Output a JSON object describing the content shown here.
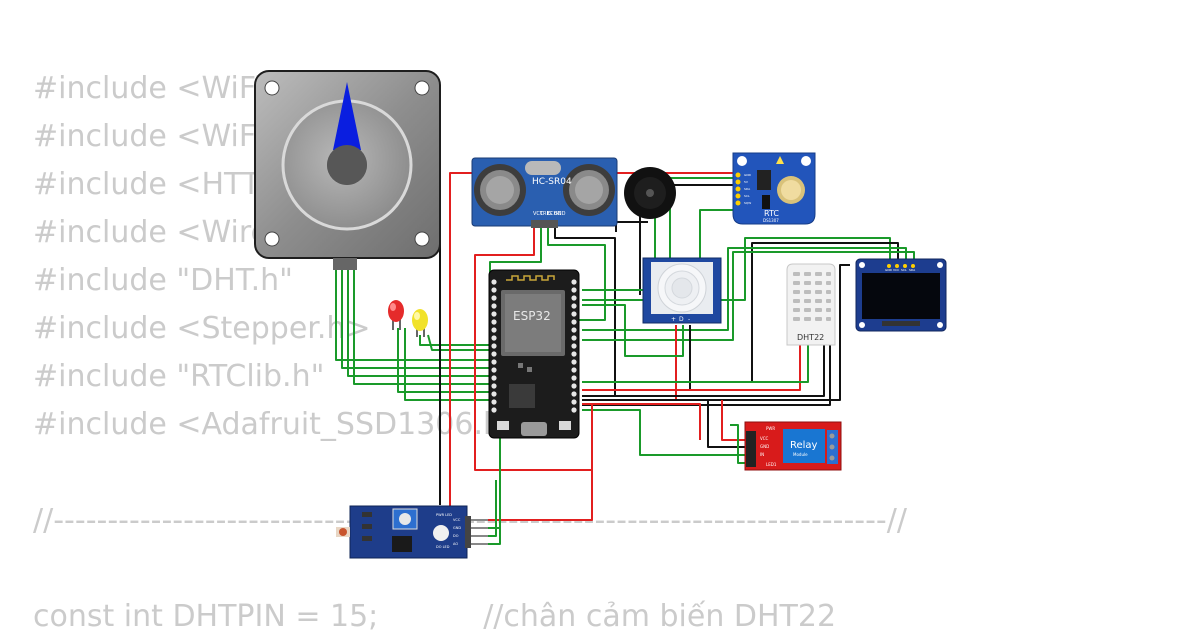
{
  "code": {
    "lines": [
      "#include <WiFi.h>",
      "#include <WiFiClient.h>",
      "#include <HTTPClient.h>",
      "#include <Wire.h>",
      "#include \"DHT.h\"",
      "#include <Stepper.h>",
      "#include \"RTClib.h\"",
      "#include <Adafruit_SSD1306.h>",
      "",
      "//-----------------------------------------------------------------------------//",
      "",
      "const int DHTPIN = 15;           //chân cảm biến DHT22"
    ]
  },
  "components": {
    "ultrasonic": {
      "label": "HC-SR04",
      "pins": [
        "VCC",
        "TRIG",
        "ECHO",
        "GND"
      ]
    },
    "esp32": {
      "label": "ESP32"
    },
    "rtc": {
      "label": "RTC",
      "sublabel": "DS1307",
      "pins": [
        "GND",
        "5V",
        "SDA",
        "SCL",
        "SQW"
      ]
    },
    "dht22": {
      "label": "DHT22"
    },
    "oled": {
      "pins": [
        "GND",
        "VCC",
        "SCL",
        "SDA"
      ]
    },
    "relay": {
      "label": "Relay",
      "sublabel": "Module",
      "pins": [
        "PWR",
        "VCC",
        "GND",
        "IN",
        "LED1"
      ]
    },
    "pir": {
      "pins": [
        "+",
        "D",
        "-"
      ]
    },
    "ldr": {
      "pins": [
        "VCC",
        "GND",
        "DO",
        "AO"
      ],
      "leds": [
        "PWR LED",
        "DO LED"
      ]
    }
  },
  "colors": {
    "wire_green": "#1a9a2a",
    "wire_red": "#e21f1f",
    "wire_black": "#111111",
    "needle": "#0a1ee0",
    "relay_board": "#d81b1b",
    "oled_board": "#1d3d8f",
    "rtc_board": "#2255bb"
  }
}
